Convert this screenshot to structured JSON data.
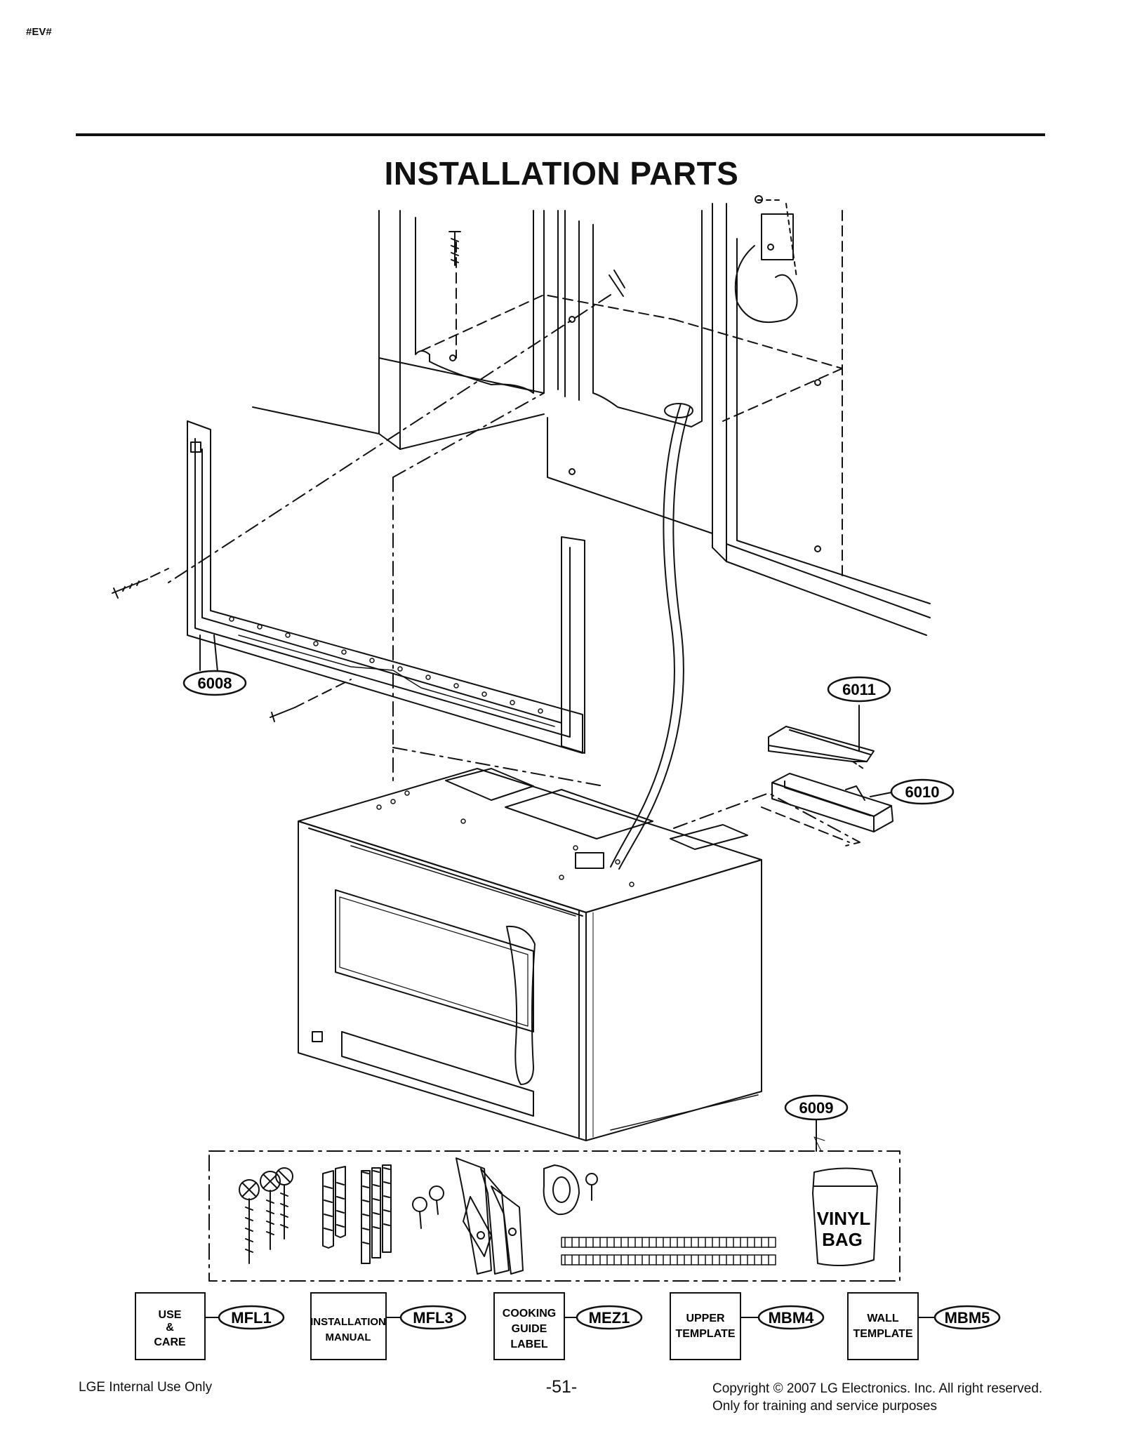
{
  "page": {
    "tag": "#EV#",
    "title": "INSTALLATION PARTS",
    "page_number": "-51-",
    "footer_left": "LGE Internal Use Only",
    "footer_right_line1": "Copyright © 2007 LG Electronics. Inc. All right reserved.",
    "footer_right_line2": "Only for training and service purposes"
  },
  "callouts": {
    "p6008": "6008",
    "p6009": "6009",
    "p6010": "6010",
    "p6011": "6011"
  },
  "kit": {
    "vinyl_bag_line1": "VINYL",
    "vinyl_bag_line2": "BAG"
  },
  "documents": [
    {
      "lines": [
        "USE",
        "&",
        "CARE"
      ],
      "code": "MFL1"
    },
    {
      "lines": [
        "INSTALLATION",
        "MANUAL"
      ],
      "code": "MFL3"
    },
    {
      "lines": [
        "COOKING",
        "GUIDE",
        "LABEL"
      ],
      "code": "MEZ1"
    },
    {
      "lines": [
        "UPPER",
        "TEMPLATE"
      ],
      "code": "MBM4"
    },
    {
      "lines": [
        "WALL",
        "TEMPLATE"
      ],
      "code": "MBM5"
    }
  ]
}
